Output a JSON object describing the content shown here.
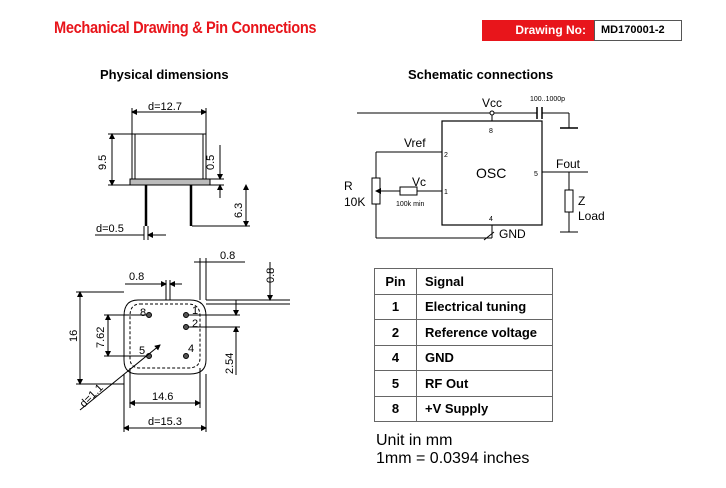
{
  "header": {
    "title": "Mechanical Drawing & Pin Connections",
    "drawing_no_label": "Drawing No:",
    "drawing_no_value": "MD170001-2",
    "accent_color": "#e8151b"
  },
  "physical": {
    "title": "Physical dimensions",
    "side_view": {
      "width_label": "d=12.7",
      "height_label": "9.5",
      "base_label": "0.5",
      "pin_length_label": "6.3",
      "pin_dia_label": "d=0.5"
    },
    "bottom_view": {
      "pin_width_top": "0.8",
      "offset_top": "0.8",
      "offset_right": "0.8",
      "height_label": "16",
      "pin_spacing_v": "7.62",
      "pin_spacing_h": "2.54",
      "width_inner": "14.6",
      "width_outer": "d=15.3",
      "pin_hole": "d=1.1",
      "pins": [
        "8",
        "1",
        "2",
        "5",
        "4"
      ]
    }
  },
  "schematic": {
    "title": "Schematic connections",
    "vcc": "Vcc",
    "cap": "100..1000p",
    "vref": "Vref",
    "osc": "OSC",
    "fout": "Fout",
    "r_label": "R",
    "r_value": "10K",
    "vc": "Vc",
    "r_min": "100k min",
    "z": "Z",
    "load": "Load",
    "gnd": "GND",
    "pin_numbers": {
      "vcc": "8",
      "vref": "2",
      "vc": "1",
      "fout": "5",
      "gnd": "4"
    }
  },
  "pin_table": {
    "headers": [
      "Pin",
      "Signal"
    ],
    "rows": [
      {
        "pin": "1",
        "signal": "Electrical tuning"
      },
      {
        "pin": "2",
        "signal": "Reference voltage"
      },
      {
        "pin": "4",
        "signal": "GND"
      },
      {
        "pin": "5",
        "signal": "RF Out"
      },
      {
        "pin": "8",
        "signal": "+V Supply"
      }
    ]
  },
  "units": {
    "line1": "Unit in mm",
    "line2": "1mm = 0.0394 inches"
  }
}
